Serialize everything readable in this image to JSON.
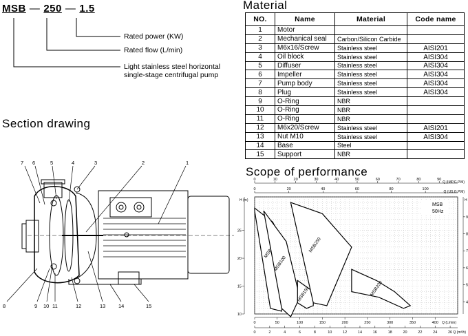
{
  "model": {
    "prefix": "MSB",
    "flow": "250",
    "power": "1.5",
    "dash": "—",
    "notes": {
      "power": "Rated power (KW)",
      "flow": "Rated flow (L/min)",
      "series_1": "Light stainless steel horizontal",
      "series_2": "single-stage centrifugal pump"
    }
  },
  "material": {
    "title": "Material",
    "headers": [
      "NO.",
      "Name",
      "Material",
      "Code name"
    ],
    "rows": [
      [
        "1",
        "Motor",
        "",
        ""
      ],
      [
        "2",
        "Mechanical seal",
        "Carbon/Silicon Carbide",
        ""
      ],
      [
        "3",
        "M6x16/Screw",
        "Stainless steel",
        "AISI201"
      ],
      [
        "4",
        "Oil block",
        "Stainless steel",
        "AISI304"
      ],
      [
        "5",
        "Diffuser",
        "Stainless steel",
        "AISI304"
      ],
      [
        "6",
        "Impeller",
        "Stainless steel",
        "AISI304"
      ],
      [
        "7",
        "Pump body",
        "Stainless steel",
        "AISI304"
      ],
      [
        "8",
        "Plug",
        "Stainless steel",
        "AISI304"
      ],
      [
        "9",
        "O-Ring",
        "NBR",
        ""
      ],
      [
        "10",
        "O-Ring",
        "NBR",
        ""
      ],
      [
        "11",
        "O-Ring",
        "NBR",
        ""
      ],
      [
        "12",
        "M6x20/Screw",
        "Stainless steel",
        "AISI201"
      ],
      [
        "13",
        "Nut M10",
        "Stainless steel",
        "AISI304"
      ],
      [
        "14",
        "Base",
        "Steel",
        ""
      ],
      [
        "15",
        "Support",
        "NBR",
        ""
      ]
    ]
  },
  "section": {
    "title": "Section drawing",
    "labels_top": [
      "7",
      "6",
      "5",
      "4",
      "3",
      "2",
      "1"
    ],
    "labels_bottom": [
      "8",
      "9",
      "10",
      "11",
      "12",
      "13",
      "14",
      "15"
    ]
  },
  "chart_data": {
    "type": "area",
    "title": "Scope of performance",
    "box_label_1": "MSB",
    "box_label_2": "50Hz",
    "xlabel": "Q (L/min)",
    "x_ticks": [
      "0",
      "50",
      "100",
      "150",
      "200",
      "250",
      "300",
      "350",
      "400"
    ],
    "xlabel_top": "Q (IMP.G.P.M)",
    "x_ticks_top": [
      "0",
      "10",
      "20",
      "30",
      "40",
      "50",
      "60",
      "70",
      "80",
      "90"
    ],
    "xlabel_usgpm": "Q (US.G.P.M)",
    "x_ticks_usgpm": [
      "0",
      "20",
      "40",
      "60",
      "80",
      "100"
    ],
    "xlabel_m3h": "Q (m³/h)",
    "x_ticks_m3h": [
      "0",
      "2",
      "4",
      "6",
      "8",
      "10",
      "12",
      "14",
      "16",
      "18",
      "20",
      "22",
      "24",
      "26"
    ],
    "ylabel": "H (m)",
    "y_ticks": [
      "10",
      "15",
      "20",
      "25"
    ],
    "ylabel_right": "H (ft)",
    "y_ticks_right": [
      "40",
      "50",
      "60",
      "70",
      "80",
      "90"
    ],
    "ylim": [
      10,
      31
    ],
    "xlim": [
      0,
      450
    ],
    "series": [
      {
        "name": "MSB60",
        "points": [
          [
            0,
            29
          ],
          [
            40,
            26.5
          ],
          [
            75,
            21
          ],
          [
            60,
            10.5
          ],
          [
            35,
            11
          ],
          [
            0,
            28.5
          ]
        ]
      },
      {
        "name": "MSB100",
        "points": [
          [
            20,
            28.5
          ],
          [
            70,
            23
          ],
          [
            100,
            13
          ],
          [
            80,
            9.5
          ],
          [
            60,
            11
          ],
          [
            20,
            28.5
          ]
        ]
      },
      {
        "name": "MSB150",
        "points": [
          [
            95,
            16
          ],
          [
            130,
            14
          ],
          [
            130,
            11.5
          ],
          [
            115,
            11
          ],
          [
            95,
            12
          ],
          [
            95,
            16
          ]
        ]
      },
      {
        "name": "MSB250",
        "points": [
          [
            80,
            30
          ],
          [
            150,
            28
          ],
          [
            215,
            22
          ],
          [
            160,
            11.5
          ],
          [
            130,
            12
          ],
          [
            80,
            30
          ]
        ]
      },
      {
        "name": "MSB330",
        "points": [
          [
            215,
            18
          ],
          [
            270,
            16
          ],
          [
            310,
            14
          ],
          [
            345,
            11.5
          ],
          [
            330,
            11
          ],
          [
            275,
            13
          ],
          [
            215,
            14
          ],
          [
            215,
            18
          ]
        ]
      }
    ]
  }
}
